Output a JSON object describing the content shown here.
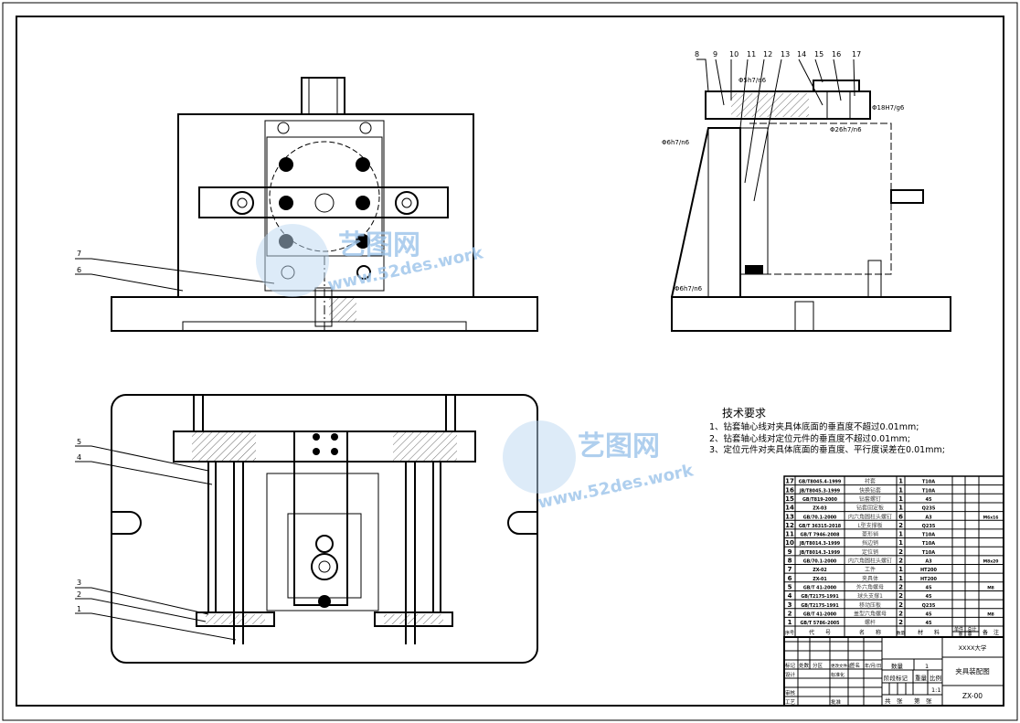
{
  "drawing": {
    "part_labels_left": [
      "7",
      "6",
      "5",
      "4",
      "3",
      "2",
      "1"
    ],
    "part_labels_side": [
      "8",
      "9",
      "10",
      "11",
      "12",
      "13",
      "14",
      "15",
      "16",
      "17"
    ],
    "fits": {
      "f1": "Φ5h7/n6",
      "f2": "Φ18H7/g6",
      "f3": "Φ26h7/n6",
      "f4": "Φ6h7/n6",
      "f5": "Φ6h7/n6"
    }
  },
  "watermark": {
    "brand": "艺图网",
    "url": "www.52des.work"
  },
  "tech_requirements": {
    "title": "技术要求",
    "items": [
      "1、钻套轴心线对夹具体底面的垂直度不超过0.01mm;",
      "2、钻套轴心线对定位元件的垂直度不超过0.01mm;",
      "3、定位元件对夹具体底面的垂直度、平行度误差在0.01mm;"
    ]
  },
  "bom": {
    "rows": [
      {
        "no": "17",
        "code": "GB/T8045.4-1999",
        "name": "衬套",
        "qty": "1",
        "material": "T10A",
        "note": ""
      },
      {
        "no": "16",
        "code": "JB/T8045.3-1999",
        "name": "快换钻套",
        "qty": "1",
        "material": "T10A",
        "note": ""
      },
      {
        "no": "15",
        "code": "GB/T819-2000",
        "name": "钻套螺钉",
        "qty": "1",
        "material": "45",
        "note": ""
      },
      {
        "no": "14",
        "code": "ZX-03",
        "name": "钻套固定板",
        "qty": "1",
        "material": "Q235",
        "note": ""
      },
      {
        "no": "13",
        "code": "GB/70.1-2000",
        "name": "内六角圆柱头螺钉",
        "qty": "6",
        "material": "A3",
        "note": "M6x16"
      },
      {
        "no": "12",
        "code": "GB/T 36315-2018",
        "name": "L型支撑板",
        "qty": "2",
        "material": "Q235",
        "note": ""
      },
      {
        "no": "11",
        "code": "GB/T 7946-2008",
        "name": "菱形销",
        "qty": "1",
        "material": "T10A",
        "note": ""
      },
      {
        "no": "10",
        "code": "JB/T8014.3-1999",
        "name": "挡边销",
        "qty": "1",
        "material": "T10A",
        "note": ""
      },
      {
        "no": "9",
        "code": "JB/T8014.3-1999",
        "name": "定位销",
        "qty": "2",
        "material": "T10A",
        "note": ""
      },
      {
        "no": "8",
        "code": "GB/70.1-2000",
        "name": "内六角圆柱头螺钉",
        "qty": "2",
        "material": "A3",
        "note": "M8x20"
      },
      {
        "no": "7",
        "code": "ZX-02",
        "name": "工件",
        "qty": "1",
        "material": "HT200",
        "note": ""
      },
      {
        "no": "6",
        "code": "ZX-01",
        "name": "夹具体",
        "qty": "1",
        "material": "HT200",
        "note": ""
      },
      {
        "no": "5",
        "code": "GB/T 41-2000",
        "name": "外六角螺母",
        "qty": "2",
        "material": "45",
        "note": "M8"
      },
      {
        "no": "4",
        "code": "GB/T2175-1991",
        "name": "球头支撑1",
        "qty": "2",
        "material": "45",
        "note": ""
      },
      {
        "no": "3",
        "code": "GB/T2175-1991",
        "name": "移动压板",
        "qty": "2",
        "material": "Q235",
        "note": ""
      },
      {
        "no": "2",
        "code": "GB/T 41-2000",
        "name": "盖型六角螺母",
        "qty": "2",
        "material": "45",
        "note": "M8"
      },
      {
        "no": "1",
        "code": "GB/T 5786-2005",
        "name": "螺杆",
        "qty": "2",
        "material": "45",
        "note": ""
      }
    ],
    "header": {
      "no": "序号",
      "code": "代　　号",
      "name": "名　　称",
      "qty": "数量",
      "material": "材　　料",
      "unit_weight": "单件",
      "total_weight": "总计",
      "weight": "重　量",
      "note": "备　注"
    }
  },
  "title_block": {
    "school": "XXXX大学",
    "drawing_title": "夹具装配图",
    "drawing_no": "ZX-00",
    "qty_label": "数量",
    "qty_value": "1",
    "stage_mark": "阶段标记",
    "weight": "重量",
    "scale_label": "比例",
    "scale_value": "1:1",
    "sheets": "共　张",
    "sheet": "第　张",
    "mark": "标记",
    "count": "处数",
    "zone": "分区",
    "change_doc": "更改文件号",
    "sign": "签名",
    "date": "年/月/日",
    "design": "设计",
    "standardize": "标准化",
    "review": "审核",
    "process": "工艺",
    "approve": "批准"
  }
}
